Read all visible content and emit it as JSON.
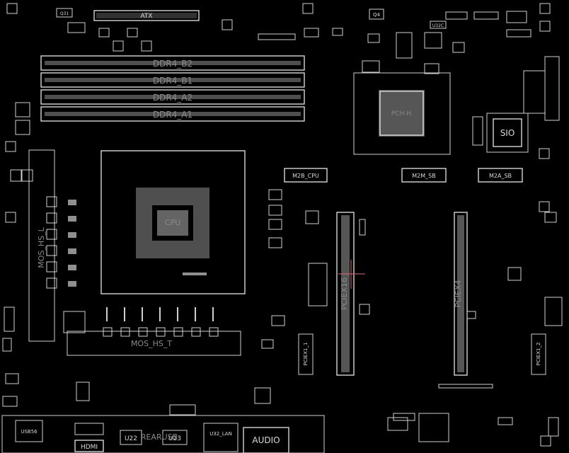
{
  "title": "",
  "labels": {
    "atx": "ATX",
    "q31": "Q31",
    "q4": "Q4",
    "u32c": "U32C",
    "ddr4_b2": "DDR4_B2",
    "ddr4_b1": "DDR4_B1",
    "ddr4_a2": "DDR4_A2",
    "ddr4_a1": "DDR4_A1",
    "pch": "PCH-H",
    "sio": "SIO",
    "cpu_socket": "CPU",
    "m2b_cpu": "M2B_CPU",
    "m2m_sb": "M2M_SB",
    "m2a_sb": "M2A_SB",
    "mos_hs_l": "MOS_HS_L",
    "mos_hs_t": "MOS_HS_T",
    "pciex16": "PCIEX16",
    "pciex4": "PCIEX4",
    "pciex1_1": "PCIEX1_1",
    "pciex1_2": "PCIEX1_2",
    "usb56": "USB56",
    "hdmi": "HDMI",
    "u22": "U22",
    "u23": "U23",
    "rear_usb": "REARUSB",
    "u32_lan": "U32_LAN",
    "audio": "AUDIO"
  },
  "colors": {
    "background": "#000000",
    "outline": "#d0d0d0",
    "silk_large": "#8a8a8a",
    "cursor": "#e06a6a"
  }
}
